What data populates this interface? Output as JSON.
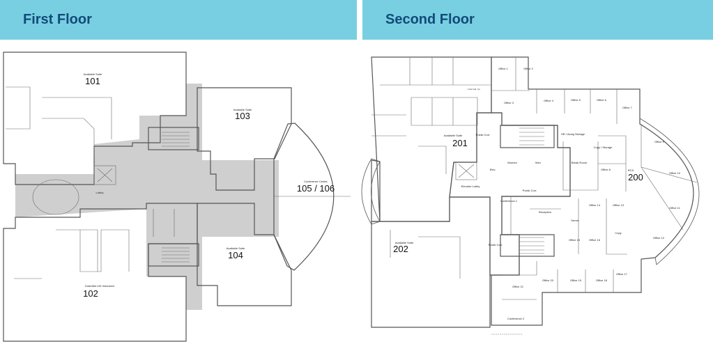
{
  "headers": {
    "first": "First Floor",
    "second": "Second Floor"
  },
  "colors": {
    "header": "#78CFE1",
    "title": "#124A7A",
    "suite101": "#D9BFA9",
    "suite102": "#D196AA",
    "suite103": "#C5DCB0",
    "suite104": "#C8B0D6",
    "conference": "#CFE8EA",
    "common": "#CFCFCF",
    "suite201": "#B5CBDC",
    "suite202": "#DEB3D5",
    "suite200": "#B5DEC9"
  },
  "first_floor": {
    "suite101": {
      "label": "Available Suite",
      "number": "101"
    },
    "suite102": {
      "label": "Guardian Life Insurance",
      "number": "102"
    },
    "suite103": {
      "label": "Available Suite",
      "number": "103"
    },
    "suite104": {
      "label": "Available Suite",
      "number": "104"
    },
    "conference": {
      "label": "Conference Center",
      "number": "105 / 106"
    },
    "lobby": "Lobby"
  },
  "second_floor": {
    "suite201": {
      "label": "Available Suite",
      "number": "201"
    },
    "suite202": {
      "label": "Available Suite",
      "number": "202"
    },
    "suite200": {
      "label": "RCS",
      "number": "200"
    },
    "rooms": [
      "Office 1",
      "Office 2",
      "Office 3",
      "Office 4",
      "Office 5",
      "Office 6",
      "Office 7",
      "Office 8",
      "Office 9",
      "Office 10",
      "Office 11",
      "Office 12",
      "Office 13",
      "Office 14",
      "Office 15",
      "Office 16",
      "Office 17",
      "Office 18",
      "Office 19",
      "Office 20",
      "Office 21",
      "HR / Acctg Storage",
      "Copy / Storage",
      "Break Room",
      "Reception",
      "Conference 1",
      "Conference 2",
      "Copy",
      "Server",
      "Public Corr.",
      "Public Corr.",
      "Public Corr.",
      "Elevator Lobby",
      "Elev.",
      "Women",
      "Men",
      "1-hour wall - typ."
    ]
  }
}
